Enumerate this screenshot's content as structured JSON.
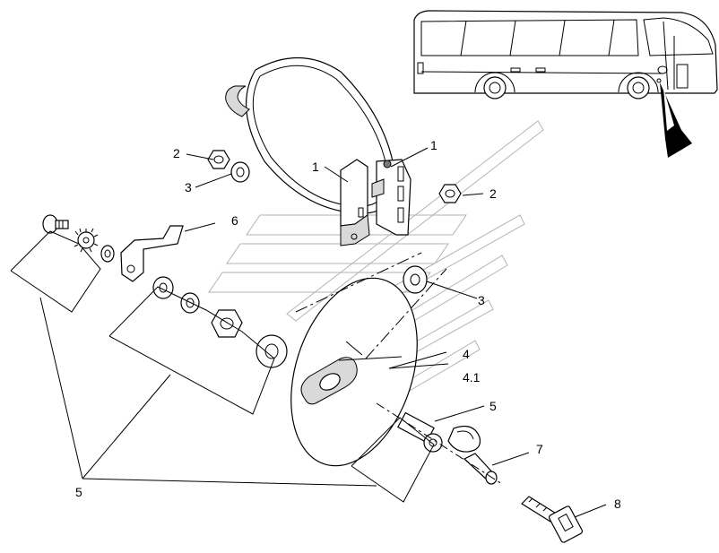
{
  "callouts": {
    "c1a": "1",
    "c1b": "1",
    "c2a": "2",
    "c2b": "2",
    "c3a": "3",
    "c3b": "3",
    "c4": "4",
    "c41": "4.1",
    "c5a": "5",
    "c5b": "5",
    "c6": "6",
    "c7": "7",
    "c8": "8"
  },
  "colors": {
    "line": "#000000",
    "shade": "#d9d9d9",
    "background": "#ffffff"
  }
}
